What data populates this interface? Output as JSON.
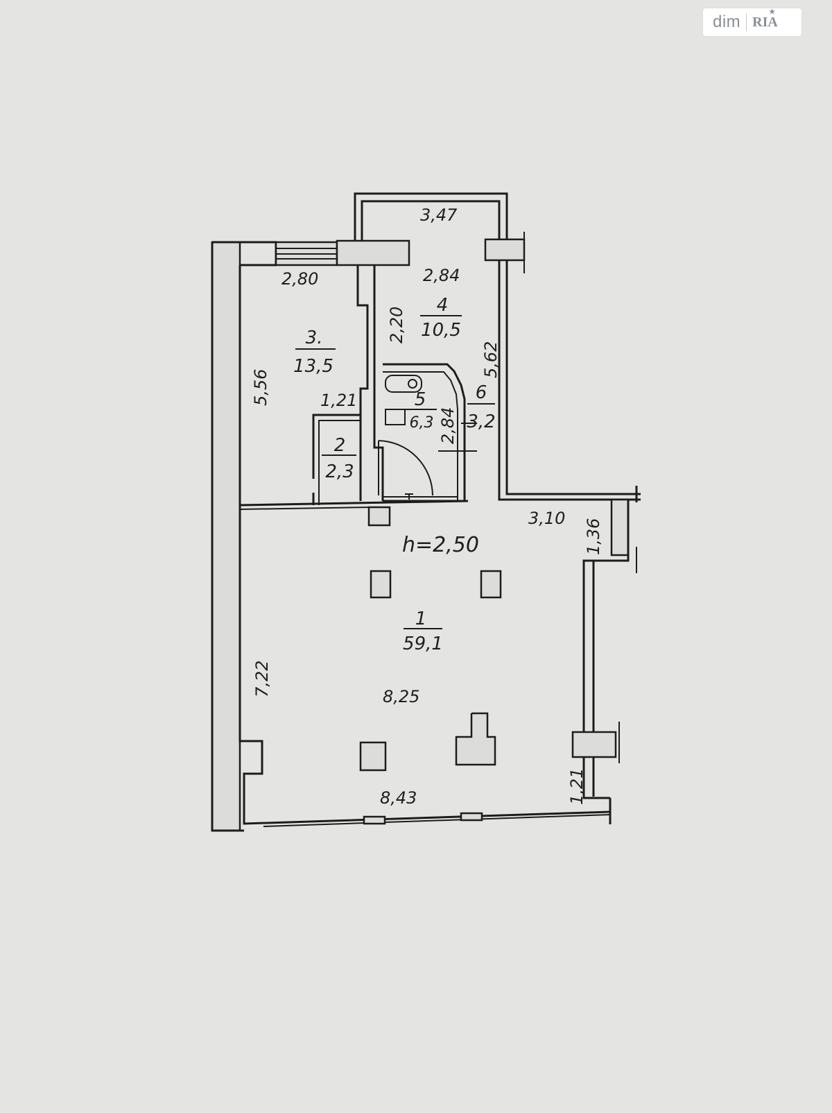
{
  "watermark": {
    "site": "dim",
    "brand": "RIA"
  },
  "plan": {
    "ceiling_height": "h=2,50",
    "rooms": [
      {
        "number": "1",
        "area": "59,1"
      },
      {
        "number": "2",
        "area": "2,3"
      },
      {
        "number": "3.",
        "area": "13,5"
      },
      {
        "number": "4",
        "area": "10,5"
      },
      {
        "number": "5",
        "area": "6,3"
      },
      {
        "number": "6",
        "area": "3,2"
      }
    ],
    "dimensions": {
      "d_347": "3,47",
      "d_280": "2,80",
      "d_284_top": "2,84",
      "d_220": "2,20",
      "d_556": "5,56",
      "d_562": "5,62",
      "d_121_top": "1,21",
      "d_284_mid": "2,84",
      "d_310": "3,10",
      "d_136": "1,36",
      "d_722": "7,22",
      "d_825": "8,25",
      "d_843": "8,43",
      "d_121_bottom": "1,21"
    }
  }
}
